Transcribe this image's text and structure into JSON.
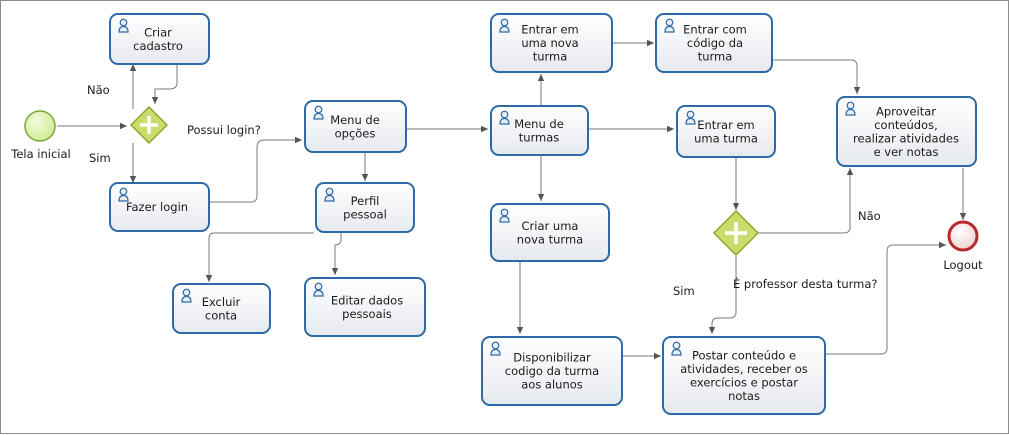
{
  "events": {
    "start": {
      "label": "Tela inicial"
    },
    "end": {
      "label": "Logout"
    }
  },
  "tasks": {
    "criar_cadastro": [
      "Criar",
      "cadastro"
    ],
    "fazer_login": [
      "Fazer login"
    ],
    "menu_opcoes": [
      "Menu de",
      "opções"
    ],
    "perfil_pessoal": [
      "Perfil",
      "pessoal"
    ],
    "excluir_conta": [
      "Excluir",
      "conta"
    ],
    "editar_dados": [
      "Editar dados",
      "pessoais"
    ],
    "menu_turmas": [
      "Menu de",
      "turmas"
    ],
    "entrar_nova_turma": [
      "Entrar em",
      "uma nova",
      "turma"
    ],
    "entrar_codigo": [
      "Entrar com",
      "código da",
      "turma"
    ],
    "entrar_turma": [
      "Entrar em",
      "uma turma"
    ],
    "aproveitar": [
      "Aproveitar",
      "conteúdos,",
      "realizar atividades",
      "e ver notas"
    ],
    "criar_turma": [
      "Criar uma",
      "nova turma"
    ],
    "disponibilizar": [
      "Disponibilizar",
      "codigo da turma",
      "aos alunos"
    ],
    "postar": [
      "Postar conteúdo e",
      "atividades, receber os",
      "exercícios e postar",
      "notas"
    ]
  },
  "gateways": {
    "login_question": "Possui login?",
    "login_no": "Não",
    "login_yes": "Sim",
    "professor_question": "É professor desta turma?",
    "professor_no": "Não",
    "professor_yes": "Sim"
  },
  "colors": {
    "task_border": "#2e6aa5",
    "gateway_fill": "#c9dc6c",
    "gateway_border": "#8fa631",
    "start_fill": "#d5ef9a",
    "start_border": "#7aa83a",
    "end_fill": "#f3d6d6",
    "end_border": "#b72a2a",
    "edge": "#7a7a7a"
  }
}
